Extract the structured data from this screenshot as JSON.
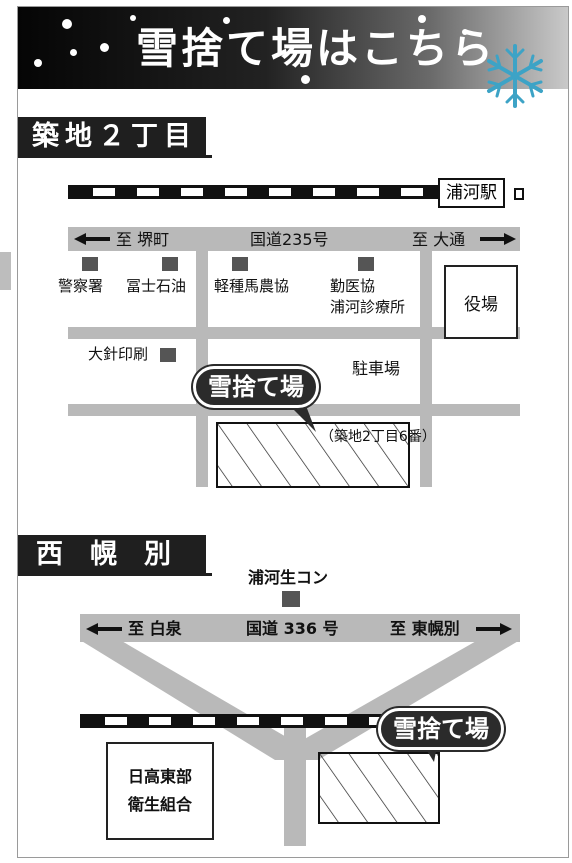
{
  "header": {
    "title": "雪捨て場はこちら",
    "icon": "snowflake-icon"
  },
  "section1": {
    "label": "築地２丁目",
    "station": "浦河駅",
    "road_left": "至 堺町",
    "road_center": "国道235号",
    "road_right": "至 大通",
    "buildings": {
      "police": "警察署",
      "fujishi": "冨士石油",
      "keishu": "軽種馬農協",
      "kin_line1": "勤医協",
      "kin_line2": "浦河診療所",
      "yakuba": "役場",
      "ohari": "大針印刷",
      "parking": "駐車場"
    },
    "callout": "雪捨て場",
    "address": "（築地2丁目6番）"
  },
  "section2": {
    "label": "西　幌　別",
    "seikon": "浦河生コン",
    "road_left": "至 白泉",
    "road_center": "国道 336 号",
    "road_right": "至 東幌別",
    "union_line1": "日高東部",
    "union_line2": "衛生組合",
    "callout": "雪捨て場"
  },
  "colors": {
    "road": "#b9b9b9",
    "label_bg": "#1f1f1f",
    "building_marker": "#555555"
  }
}
